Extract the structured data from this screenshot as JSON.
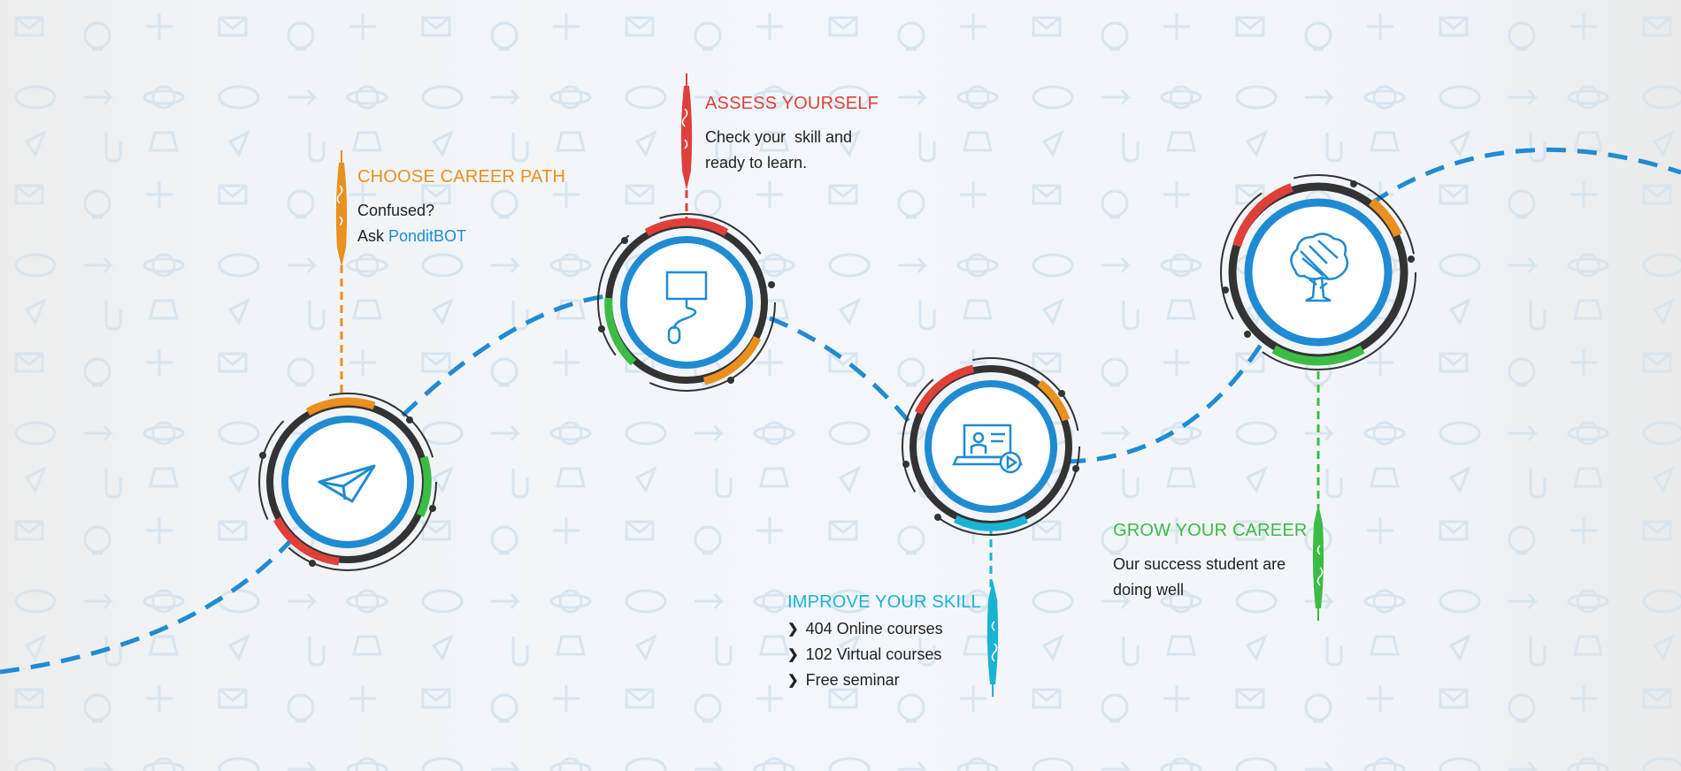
{
  "colors": {
    "orange": "#e9901f",
    "red": "#e0403a",
    "cyan": "#1ab3d3",
    "green": "#3cbc45",
    "blue": "#1f8bd3",
    "dark": "#2e2e2e"
  },
  "steps": {
    "choose": {
      "title": "CHOOSE CAREER PATH",
      "line1": "Confused?",
      "ask_prefix": "Ask ",
      "ask_link": "PonditBOT",
      "icon": "paper-plane-icon"
    },
    "assess": {
      "title": "ASSESS YOURSELF",
      "line1": "Check your  skill and",
      "line2": "ready to learn.",
      "icon": "computer-mouse-icon"
    },
    "improve": {
      "title": "IMPROVE YOUR SKILL",
      "bullets": [
        "404 Online courses",
        "102 Virtual courses",
        "Free seminar"
      ],
      "icon": "video-lesson-laptop-icon"
    },
    "grow": {
      "title": "GROW YOUR CAREER",
      "line1": "Our success student are",
      "line2": "doing well",
      "icon": "tree-icon"
    }
  }
}
